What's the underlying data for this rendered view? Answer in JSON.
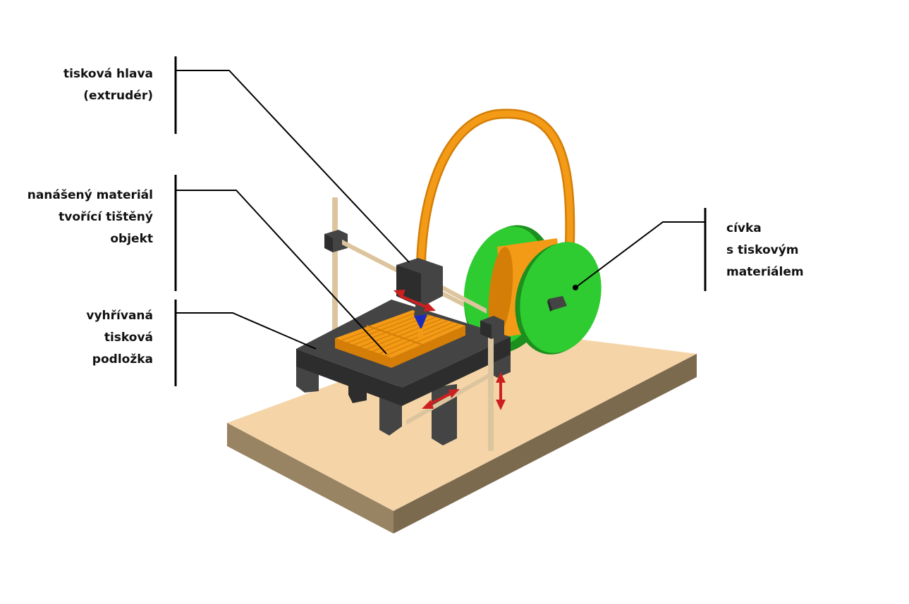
{
  "labels": {
    "head": [
      "tisková hlava",
      "(extrudér)"
    ],
    "material": [
      "nanášený materiál",
      "tvořící tištěný",
      "objekt"
    ],
    "bed": [
      "vyhřívaná",
      "tisková",
      "podložka"
    ],
    "spool": [
      "cívka",
      "s tiskovým",
      "materiálem"
    ]
  },
  "colors": {
    "base_top": "#f5d5a8",
    "base_front": "#988363",
    "base_side": "#7c6a4f",
    "frame": "#444444",
    "frame_dark": "#2d2d2d",
    "rod": "#dcc59e",
    "filament": "#f39a16",
    "filament_dark": "#d47e08",
    "spool_green": "#2ecc30",
    "spool_dark": "#1c8f1e",
    "nozzle": "#1c2ab8",
    "arrow": "#cc2020",
    "line": "#000000"
  }
}
